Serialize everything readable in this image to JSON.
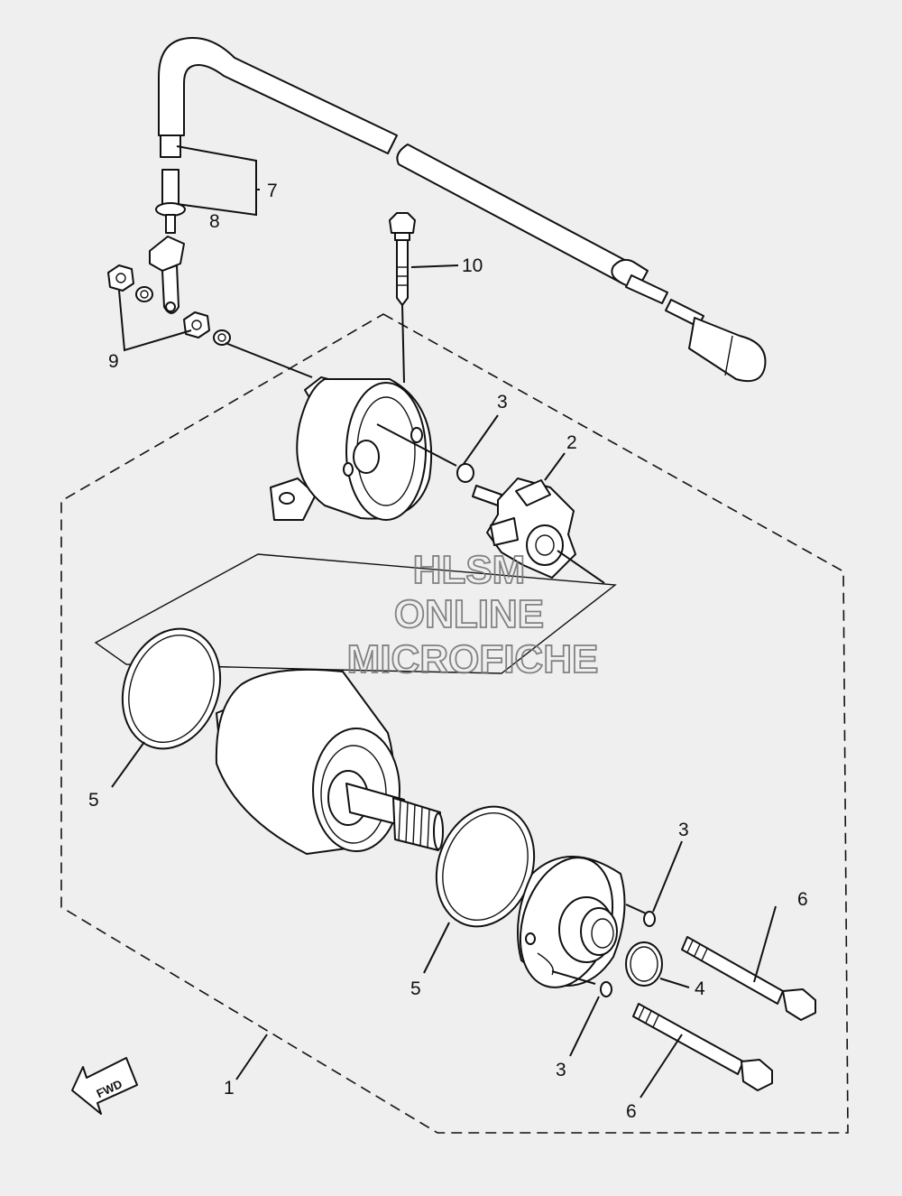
{
  "callouts": {
    "c1": "1",
    "c2": "2",
    "c3a": "3",
    "c3b": "3",
    "c3c": "3",
    "c4": "4",
    "c5a": "5",
    "c5b": "5",
    "c6a": "6",
    "c6b": "6",
    "c7": "7",
    "c8": "8",
    "c9": "9",
    "c10": "10"
  },
  "watermark": {
    "line1": "HLSM",
    "line2": "ONLINE",
    "line3": "MICROFICHE"
  },
  "fwd_label": "FWD"
}
